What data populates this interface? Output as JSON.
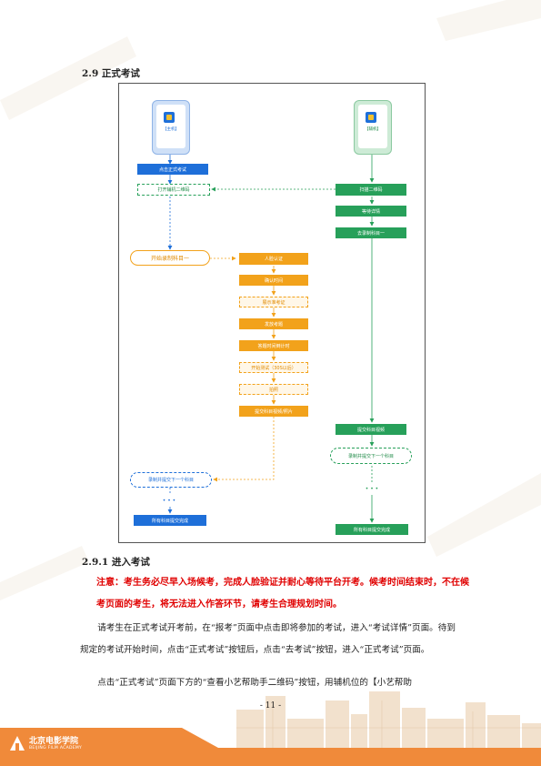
{
  "section": {
    "title": "2.9 正式考试"
  },
  "subsection": {
    "title": "2.9.1 进入考试"
  },
  "diagram": {
    "phone_left_label": "【主机】",
    "phone_right_label": "【辅机】",
    "left_nodes": {
      "enter_exam": "点击正式考试",
      "open_qr": "打开辅机二维码",
      "start_record": "开始录制科目一",
      "record_next": "录制并提交下一个科目",
      "dots": "• • •",
      "all_done": "所有科目提交完成"
    },
    "middle_nodes": [
      "人脸认证",
      "确认时间",
      "展示准考证",
      "发放考题",
      "答题时间倒计时",
      "开始测试（30S以后）",
      "拍照",
      "提交科目视频/照片"
    ],
    "right_nodes": {
      "scan_qr": "扫描二维码",
      "wait_info": "等待详情",
      "go_record": "去录制科目一",
      "submit_video": "提交科目视频",
      "record_next": "录制并提交下一个科目",
      "dots": "• • •",
      "all_done": "所有科目提交完成"
    }
  },
  "note": "注意：考生务必尽早入场候考，完成人脸验证并耐心等待平台开考。候考时间结束时，不在候考页面的考生，将无法进入作答环节，请考生合理规划时间。",
  "paragraphs": [
    "请考生在正式考试开考前，在“报考”页面中点击即将参加的考试，进入“考试详情”页面。待到规定的考试开始时间，点击“正式考试”按钮后，点击“去考试”按钮，进入“正式考试”页面。",
    "点击“正式考试”页面下方的“查看小艺帮助手二维码”按钮，用辅机位的【小艺帮助"
  ],
  "page_number": "- 11 -",
  "footer": {
    "logo_cn": "北京电影学院",
    "logo_en": "BEIJING FILM ACADEMY"
  },
  "colors": {
    "blue": "#1e6fd9",
    "green": "#27a05a",
    "orange": "#f2a21b",
    "note_red": "#e00000",
    "footer_orange": "#f08a3a"
  }
}
